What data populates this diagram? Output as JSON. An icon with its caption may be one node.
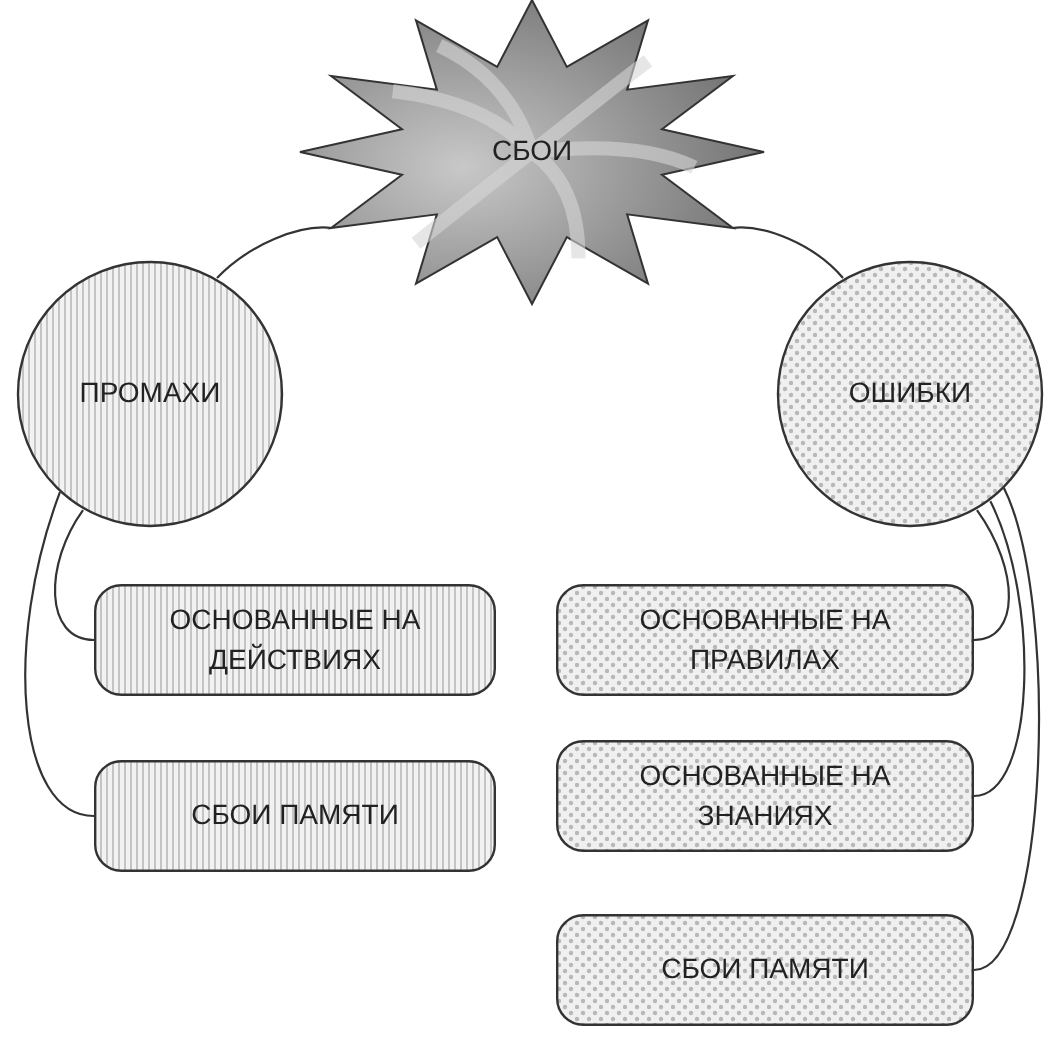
{
  "diagram": {
    "nodes": [
      {
        "text": [
          "СБОИ"
        ]
      },
      {
        "text": [
          "ПРОМАХИ"
        ]
      },
      {
        "text": [
          "ОШИБКИ"
        ]
      },
      {
        "text": [
          "ОСНОВАННЫЕ НА ДЕЙСТВИЯХ"
        ]
      },
      {
        "text": [
          "СБОИ ПАМЯТИ"
        ]
      },
      {
        "text": [
          "ОСНОВАННЫЕ НА ПРАВИЛАХ"
        ]
      },
      {
        "text": [
          "ОСНОВАННЫЕ НА ЗНАНИЯХ"
        ]
      },
      {
        "text": [
          "СБОИ ПАМЯТИ"
        ]
      }
    ],
    "edges": [
      {
        "from": 0,
        "to": 1,
        "arrow": "none"
      },
      {
        "from": 0,
        "to": 2,
        "arrow": "none"
      },
      {
        "from": 1,
        "to": 3,
        "arrow": "none"
      },
      {
        "from": 1,
        "to": 4,
        "arrow": "none"
      },
      {
        "from": 2,
        "to": 5,
        "arrow": "none"
      },
      {
        "from": 2,
        "to": 6,
        "arrow": "none"
      },
      {
        "from": 2,
        "to": 7,
        "arrow": "none"
      }
    ]
  }
}
